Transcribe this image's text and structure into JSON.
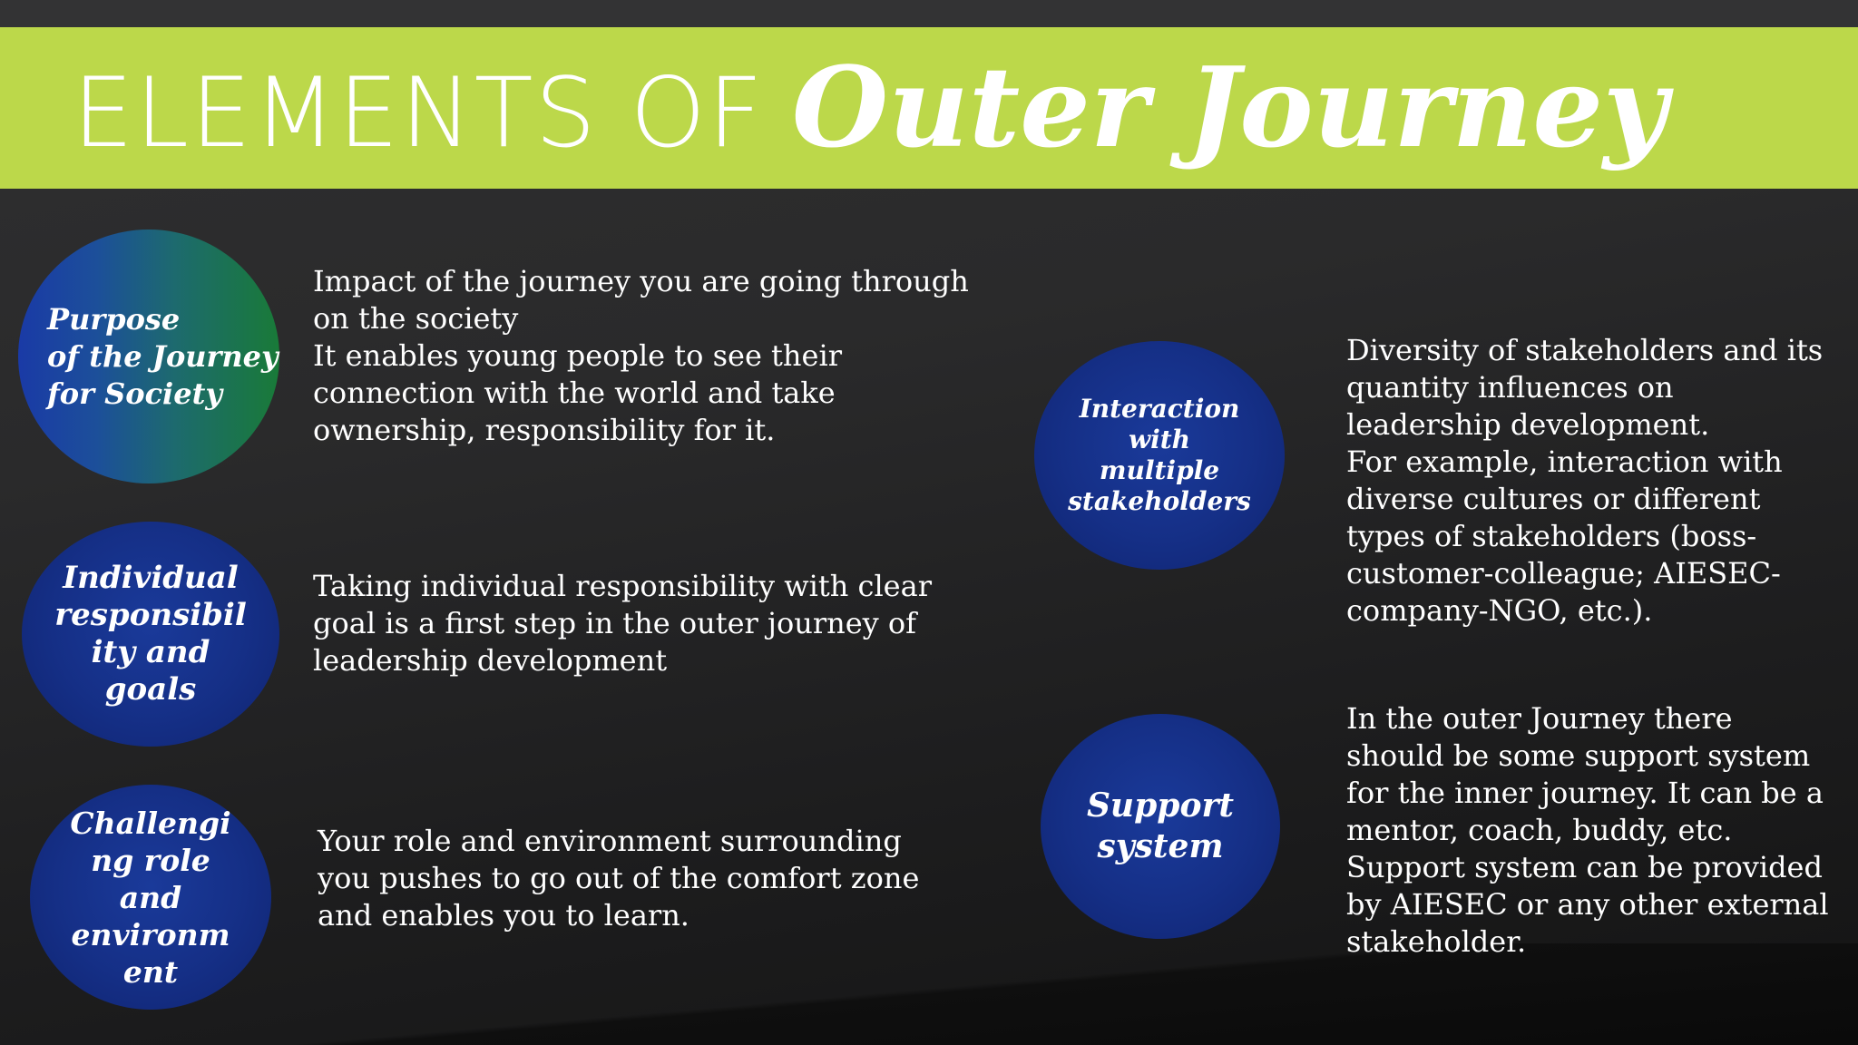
{
  "slide": {
    "title_plain": "ELEMENTS OF",
    "title_script": "Outer Journey"
  },
  "elements": [
    {
      "label": "Purpose\nof the Journey\nfor Society",
      "description": "Impact of the journey you are going through\non the society\nIt enables young people to see their\nconnection with the world and take\nownership, responsibility for it."
    },
    {
      "label": "Individual\nresponsibil\nity and\ngoals",
      "description": "Taking individual responsibility with clear\ngoal is a first step in the outer journey of\nleadership development"
    },
    {
      "label": "Challengi\nng role\nand\nenvironm\nent",
      "description": "Your role and environment surrounding\nyou pushes to go out of the comfort zone\nand enables you to learn."
    },
    {
      "label": "Interaction\nwith\nmultiple\nstakeholders",
      "description": "Diversity of stakeholders and its\nquantity influences on\nleadership development.\nFor example, interaction with\ndiverse cultures or different\ntypes of stakeholders (boss-\ncustomer-colleague; AIESEC-\ncompany-NGO, etc.)."
    },
    {
      "label": "Support\nsystem",
      "description": "In the outer Journey there\nshould be some support system\nfor the inner journey. It can be a\nmentor, coach, buddy, etc.\nSupport system can be provided\nby AIESEC or any other external\nstakeholder."
    }
  ],
  "colors": {
    "banner": "#bcd84a",
    "circle_blue": "#152f86",
    "circle_green": "#197a38",
    "background": "#2a2a2b"
  }
}
